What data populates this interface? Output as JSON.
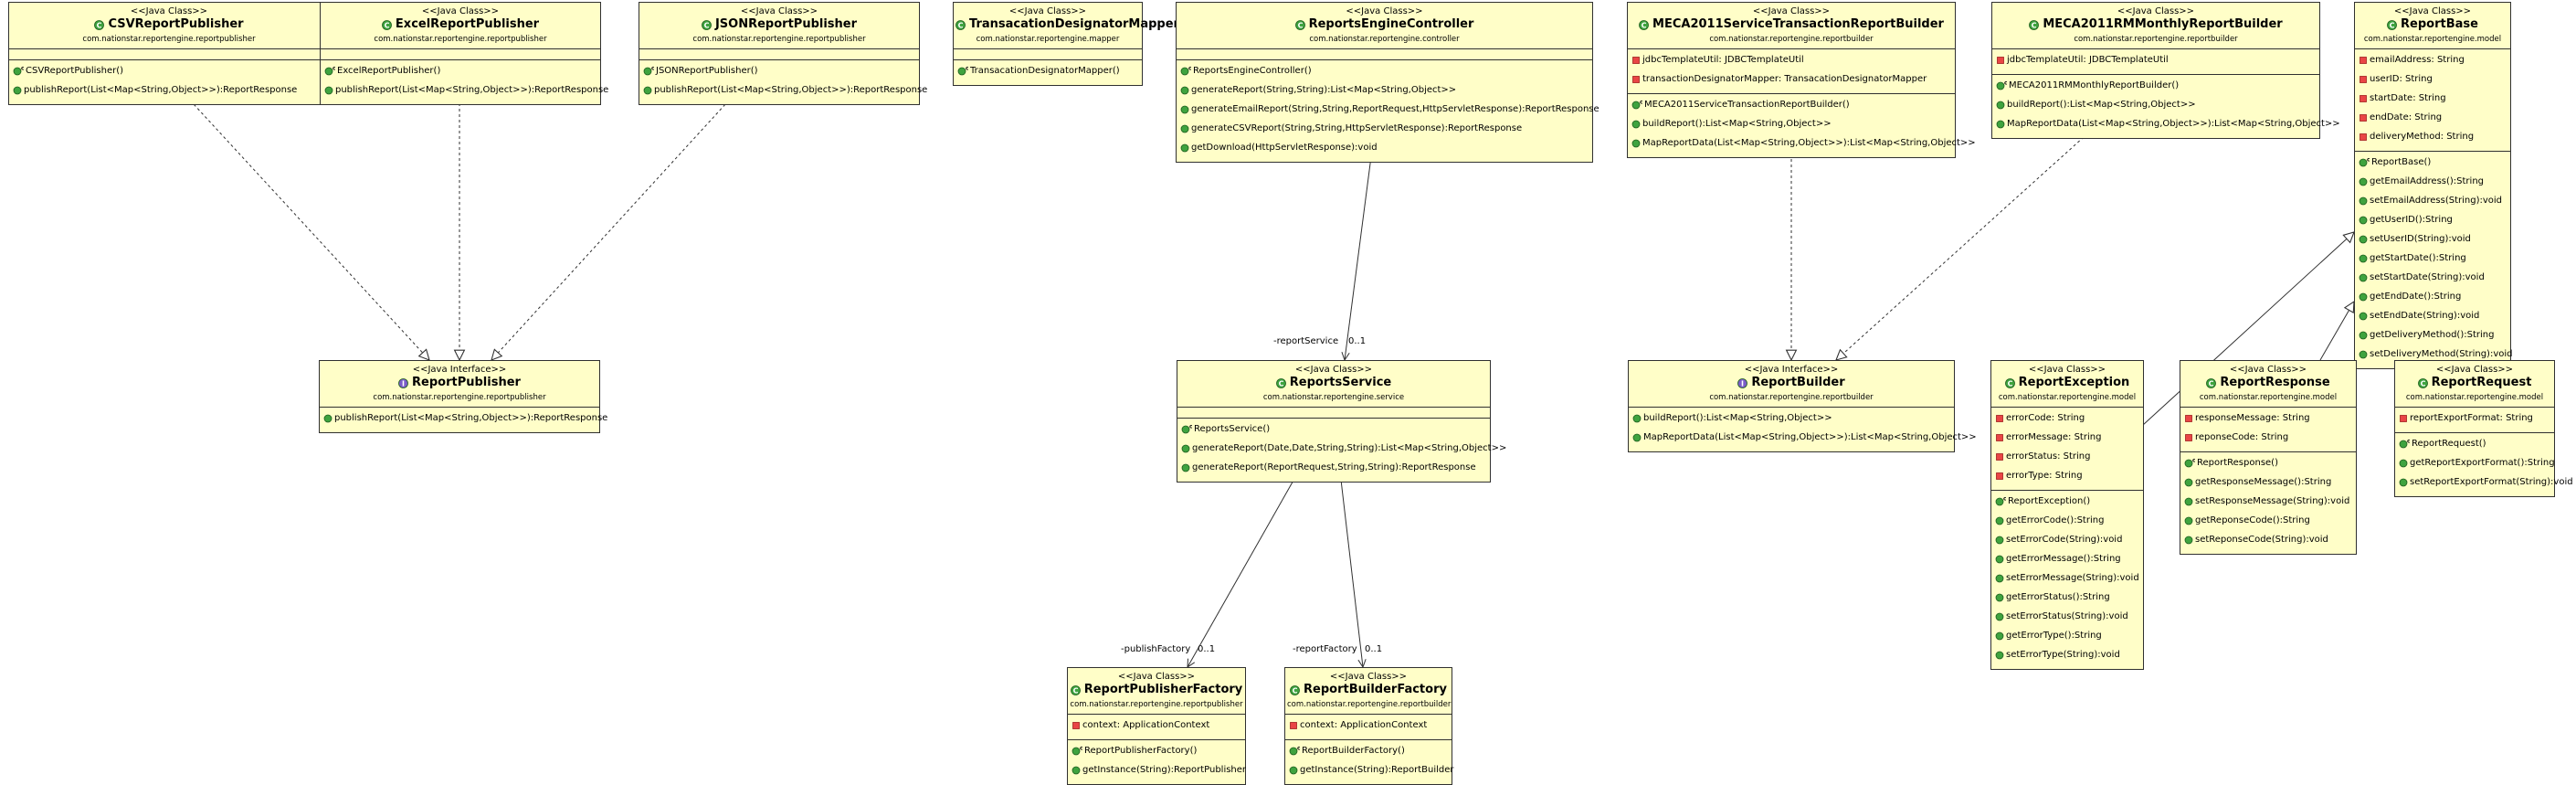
{
  "diagram": {
    "boxes": [
      {
        "id": "csv",
        "kind": "class",
        "stereotype": "<<Java Class>>",
        "name": "CSVReportPublisher",
        "package": "com.nationstar.reportengine.reportpublisher",
        "sections": [
          [],
          [
            {
              "vis": "ctor",
              "text": "CSVReportPublisher()"
            },
            {
              "vis": "public",
              "text": "publishReport(List<Map<String,Object>>):ReportResponse"
            }
          ]
        ]
      },
      {
        "id": "excel",
        "kind": "class",
        "stereotype": "<<Java Class>>",
        "name": "ExcelReportPublisher",
        "package": "com.nationstar.reportengine.reportpublisher",
        "sections": [
          [],
          [
            {
              "vis": "ctor",
              "text": "ExcelReportPublisher()"
            },
            {
              "vis": "public",
              "text": "publishReport(List<Map<String,Object>>):ReportResponse"
            }
          ]
        ]
      },
      {
        "id": "json",
        "kind": "class",
        "stereotype": "<<Java Class>>",
        "name": "JSONReportPublisher",
        "package": "com.nationstar.reportengine.reportpublisher",
        "sections": [
          [],
          [
            {
              "vis": "ctor",
              "text": "JSONReportPublisher()"
            },
            {
              "vis": "public",
              "text": "publishReport(List<Map<String,Object>>):ReportResponse"
            }
          ]
        ]
      },
      {
        "id": "tdm",
        "kind": "class",
        "stereotype": "<<Java Class>>",
        "name": "TransacationDesignatorMapper",
        "package": "com.nationstar.reportengine.mapper",
        "sections": [
          [],
          [
            {
              "vis": "ctor",
              "text": "TransacationDesignatorMapper()"
            }
          ]
        ]
      },
      {
        "id": "rec",
        "kind": "class",
        "stereotype": "<<Java Class>>",
        "name": "ReportsEngineController",
        "package": "com.nationstar.reportengine.controller",
        "sections": [
          [],
          [
            {
              "vis": "ctor",
              "text": "ReportsEngineController()"
            },
            {
              "vis": "public",
              "text": "generateReport(String,String):List<Map<String,Object>>"
            },
            {
              "vis": "public",
              "text": "generateEmailReport(String,String,ReportRequest,HttpServletResponse):ReportResponse"
            },
            {
              "vis": "public",
              "text": "generateCSVReport(String,String,HttpServletResponse):ReportResponse"
            },
            {
              "vis": "public",
              "text": "getDownload(HttpServletResponse):void"
            }
          ]
        ]
      },
      {
        "id": "meca1",
        "kind": "class",
        "stereotype": "<<Java Class>>",
        "name": "MECA2011ServiceTransactionReportBuilder",
        "package": "com.nationstar.reportengine.reportbuilder",
        "sections": [
          [
            {
              "vis": "private",
              "text": "jdbcTemplateUtil: JDBCTemplateUtil"
            },
            {
              "vis": "private",
              "text": "transactionDesignatorMapper: TransacationDesignatorMapper"
            }
          ],
          [
            {
              "vis": "ctor",
              "text": "MECA2011ServiceTransactionReportBuilder()"
            },
            {
              "vis": "public",
              "text": "buildReport():List<Map<String,Object>>"
            },
            {
              "vis": "public",
              "text": "MapReportData(List<Map<String,Object>>):List<Map<String,Object>>"
            }
          ]
        ]
      },
      {
        "id": "meca2",
        "kind": "class",
        "stereotype": "<<Java Class>>",
        "name": "MECA2011RMMonthlyReportBuilder",
        "package": "com.nationstar.reportengine.reportbuilder",
        "sections": [
          [
            {
              "vis": "private",
              "text": "jdbcTemplateUtil: JDBCTemplateUtil"
            }
          ],
          [
            {
              "vis": "ctor",
              "text": "MECA2011RMMonthlyReportBuilder()"
            },
            {
              "vis": "public",
              "text": "buildReport():List<Map<String,Object>>"
            },
            {
              "vis": "public",
              "text": "MapReportData(List<Map<String,Object>>):List<Map<String,Object>>"
            }
          ]
        ]
      },
      {
        "id": "rbase",
        "kind": "class",
        "stereotype": "<<Java Class>>",
        "name": "ReportBase",
        "package": "com.nationstar.reportengine.model",
        "sections": [
          [
            {
              "vis": "private",
              "text": "emailAddress: String"
            },
            {
              "vis": "private",
              "text": "userID: String"
            },
            {
              "vis": "private",
              "text": "startDate: String"
            },
            {
              "vis": "private",
              "text": "endDate: String"
            },
            {
              "vis": "private",
              "text": "deliveryMethod: String"
            }
          ],
          [
            {
              "vis": "ctor",
              "text": "ReportBase()"
            },
            {
              "vis": "public",
              "text": "getEmailAddress():String"
            },
            {
              "vis": "public",
              "text": "setEmailAddress(String):void"
            },
            {
              "vis": "public",
              "text": "getUserID():String"
            },
            {
              "vis": "public",
              "text": "setUserID(String):void"
            },
            {
              "vis": "public",
              "text": "getStartDate():String"
            },
            {
              "vis": "public",
              "text": "setStartDate(String):void"
            },
            {
              "vis": "public",
              "text": "getEndDate():String"
            },
            {
              "vis": "public",
              "text": "setEndDate(String):void"
            },
            {
              "vis": "public",
              "text": "getDeliveryMethod():String"
            },
            {
              "vis": "public",
              "text": "setDeliveryMethod(String):void"
            }
          ]
        ]
      },
      {
        "id": "rpub",
        "kind": "interface",
        "stereotype": "<<Java Interface>>",
        "name": "ReportPublisher",
        "package": "com.nationstar.reportengine.reportpublisher",
        "sections": [
          [
            {
              "vis": "public",
              "text": "publishReport(List<Map<String,Object>>):ReportResponse"
            }
          ]
        ]
      },
      {
        "id": "rsvc",
        "kind": "class",
        "stereotype": "<<Java Class>>",
        "name": "ReportsService",
        "package": "com.nationstar.reportengine.service",
        "sections": [
          [],
          [
            {
              "vis": "ctor",
              "text": "ReportsService()"
            },
            {
              "vis": "public",
              "text": "generateReport(Date,Date,String,String):List<Map<String,Object>>"
            },
            {
              "vis": "public",
              "text": "generateReport(ReportRequest,String,String):ReportResponse"
            }
          ]
        ]
      },
      {
        "id": "rbuild",
        "kind": "interface",
        "stereotype": "<<Java Interface>>",
        "name": "ReportBuilder",
        "package": "com.nationstar.reportengine.reportbuilder",
        "sections": [
          [
            {
              "vis": "public",
              "text": "buildReport():List<Map<String,Object>>"
            },
            {
              "vis": "public",
              "text": "MapReportData(List<Map<String,Object>>):List<Map<String,Object>>"
            }
          ]
        ]
      },
      {
        "id": "rexc",
        "kind": "class",
        "stereotype": "<<Java Class>>",
        "name": "ReportException",
        "package": "com.nationstar.reportengine.model",
        "sections": [
          [
            {
              "vis": "private",
              "text": "errorCode: String"
            },
            {
              "vis": "private",
              "text": "errorMessage: String"
            },
            {
              "vis": "private",
              "text": "errorStatus: String"
            },
            {
              "vis": "private",
              "text": "errorType: String"
            }
          ],
          [
            {
              "vis": "ctor",
              "text": "ReportException()"
            },
            {
              "vis": "public",
              "text": "getErrorCode():String"
            },
            {
              "vis": "public",
              "text": "setErrorCode(String):void"
            },
            {
              "vis": "public",
              "text": "getErrorMessage():String"
            },
            {
              "vis": "public",
              "text": "setErrorMessage(String):void"
            },
            {
              "vis": "public",
              "text": "getErrorStatus():String"
            },
            {
              "vis": "public",
              "text": "setErrorStatus(String):void"
            },
            {
              "vis": "public",
              "text": "getErrorType():String"
            },
            {
              "vis": "public",
              "text": "setErrorType(String):void"
            }
          ]
        ]
      },
      {
        "id": "rresp",
        "kind": "class",
        "stereotype": "<<Java Class>>",
        "name": "ReportResponse",
        "package": "com.nationstar.reportengine.model",
        "sections": [
          [
            {
              "vis": "private",
              "text": "responseMessage: String"
            },
            {
              "vis": "private",
              "text": "reponseCode: String"
            }
          ],
          [
            {
              "vis": "ctor",
              "text": "ReportResponse()"
            },
            {
              "vis": "public",
              "text": "getResponseMessage():String"
            },
            {
              "vis": "public",
              "text": "setResponseMessage(String):void"
            },
            {
              "vis": "public",
              "text": "getReponseCode():String"
            },
            {
              "vis": "public",
              "text": "setReponseCode(String):void"
            }
          ]
        ]
      },
      {
        "id": "rreq",
        "kind": "class",
        "stereotype": "<<Java Class>>",
        "name": "ReportRequest",
        "package": "com.nationstar.reportengine.model",
        "sections": [
          [
            {
              "vis": "private",
              "text": "reportExportFormat: String"
            }
          ],
          [
            {
              "vis": "ctor",
              "text": "ReportRequest()"
            },
            {
              "vis": "public",
              "text": "getReportExportFormat():String"
            },
            {
              "vis": "public",
              "text": "setReportExportFormat(String):void"
            }
          ]
        ]
      },
      {
        "id": "rpf",
        "kind": "class",
        "stereotype": "<<Java Class>>",
        "name": "ReportPublisherFactory",
        "package": "com.nationstar.reportengine.reportpublisher",
        "sections": [
          [
            {
              "vis": "private",
              "text": "context: ApplicationContext"
            }
          ],
          [
            {
              "vis": "ctor",
              "text": "ReportPublisherFactory()"
            },
            {
              "vis": "public",
              "text": "getInstance(String):ReportPublisher"
            }
          ]
        ]
      },
      {
        "id": "rbf",
        "kind": "class",
        "stereotype": "<<Java Class>>",
        "name": "ReportBuilderFactory",
        "package": "com.nationstar.reportengine.reportbuilder",
        "sections": [
          [
            {
              "vis": "private",
              "text": "context: ApplicationContext"
            }
          ],
          [
            {
              "vis": "ctor",
              "text": "ReportBuilderFactory()"
            },
            {
              "vis": "public",
              "text": "getInstance(String):ReportBuilder"
            }
          ]
        ]
      }
    ],
    "labels": [
      {
        "id": "lbl-reportService",
        "text": "-reportService"
      },
      {
        "id": "lbl-m1",
        "text": "0..1"
      },
      {
        "id": "lbl-publishFactory",
        "text": "-publishFactory"
      },
      {
        "id": "lbl-m2",
        "text": "0..1"
      },
      {
        "id": "lbl-reportFactory",
        "text": "-reportFactory"
      },
      {
        "id": "lbl-m3",
        "text": "0..1"
      }
    ],
    "edges": [
      {
        "name": "csv-implements-reportpublisher",
        "type": "realization"
      },
      {
        "name": "excel-implements-reportpublisher",
        "type": "realization"
      },
      {
        "name": "json-implements-reportpublisher",
        "type": "realization"
      },
      {
        "name": "meca1-implements-reportbuilder",
        "type": "realization"
      },
      {
        "name": "meca2-implements-reportbuilder",
        "type": "realization"
      },
      {
        "name": "exception-extends-reportbase",
        "type": "generalization"
      },
      {
        "name": "response-extends-reportbase",
        "type": "generalization"
      },
      {
        "name": "request-extends-reportbase",
        "type": "generalization"
      },
      {
        "name": "controller-to-reportsservice",
        "type": "association"
      },
      {
        "name": "service-to-publisherfactory",
        "type": "association"
      },
      {
        "name": "service-to-builderfactory",
        "type": "association"
      }
    ]
  }
}
